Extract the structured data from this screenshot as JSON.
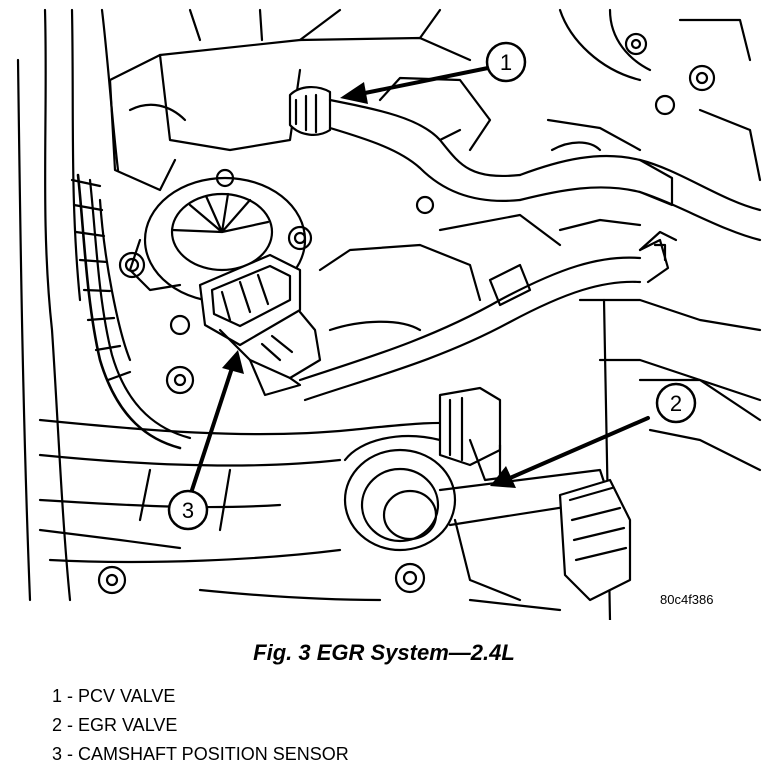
{
  "figure": {
    "code": "80c4f386",
    "caption": "Fig. 3 EGR System—2.4L"
  },
  "callouts": [
    {
      "number": "1",
      "target": "PCV VALVE"
    },
    {
      "number": "2",
      "target": "EGR VALVE"
    },
    {
      "number": "3",
      "target": "CAMSHAFT POSITION SENSOR"
    }
  ],
  "legend": [
    "1 - PCV VALVE",
    "2 - EGR VALVE",
    "3 - CAMSHAFT POSITION SENSOR"
  ],
  "colors": {
    "line": "#000000",
    "background": "#ffffff"
  }
}
